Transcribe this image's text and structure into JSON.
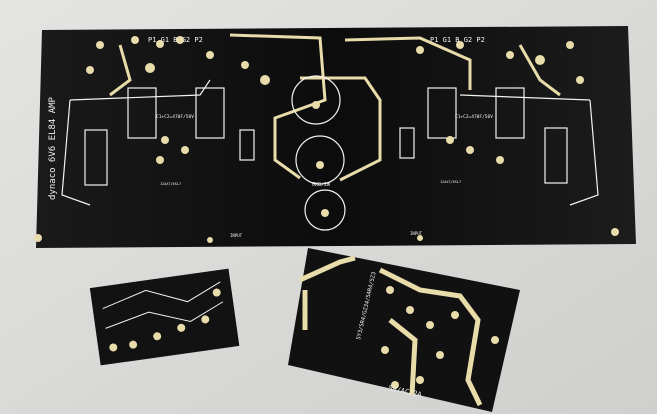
{
  "main_board": {
    "title": "dynaco 6V6 EL84 AMP",
    "pin_labels_left": "P1  G1  B  G2  P2",
    "pin_labels_right": "P1  G1  B  G2  P2",
    "cap_label_left": "C1+C2=470F/50V",
    "cap_label_right": "C1+C2=470F/50V",
    "resistor_label": "6K8/2W",
    "input_label_left": "INPUT",
    "input_label_right": "INPUT",
    "tube_label_left": "12AX7/6SL7",
    "tube_label_right": "12AX7/6SL7"
  },
  "power_board": {
    "rectifier_label": "5Y3/5R4/GZ34/5AR4/5Z3",
    "heater_label": "5V/AC/2A"
  },
  "colors": {
    "background": "#dcdcda",
    "board": "#111111",
    "pad": "#e8dcaa",
    "silkscreen": "#f2f2ee"
  }
}
